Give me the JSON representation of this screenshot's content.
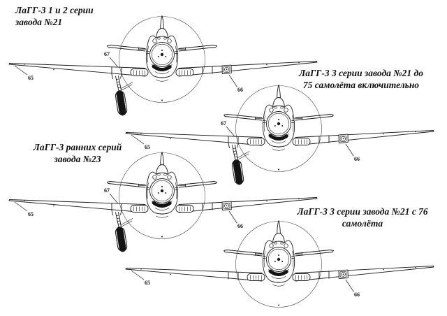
{
  "figure": {
    "background": "#ffffff",
    "ink": "#1c1c1c",
    "subject": "LaGG-3 fighter front-view variants",
    "aircraft": {
      "a1": {
        "caption_line1": "ЛаГГ-3 1 и 2 серии",
        "caption_line2": "завода №21",
        "callouts": {
          "c65": "65",
          "c67": "67",
          "c66": "66"
        }
      },
      "a2": {
        "caption_line1": "ЛаГГ-3 3 серии завода №21 до",
        "caption_line2": "75 самолёта включительно",
        "callouts": {
          "c65": "65",
          "c67": "67",
          "c66": "66"
        }
      },
      "a3": {
        "caption_line1": "ЛаГГ-3 ранних серий",
        "caption_line2": "завода №23",
        "callouts": {
          "c65": "65",
          "c67": "67",
          "c66": "66"
        }
      },
      "a4": {
        "caption_line1": "ЛаГГ-3 3 серии завода №21 с 76",
        "caption_line2": "самолёта",
        "callouts": {
          "c65": "65",
          "c66": "66"
        }
      }
    }
  }
}
